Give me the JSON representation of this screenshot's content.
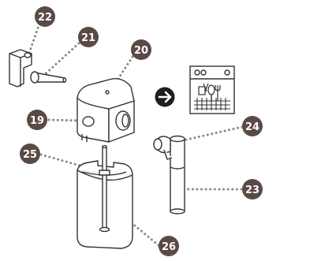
{
  "diagram": {
    "callouts": [
      {
        "id": "c22",
        "number": "22"
      },
      {
        "id": "c21",
        "number": "21"
      },
      {
        "id": "c20",
        "number": "20"
      },
      {
        "id": "c19",
        "number": "19"
      },
      {
        "id": "c25",
        "number": "25"
      },
      {
        "id": "c24",
        "number": "24"
      },
      {
        "id": "c23",
        "number": "23"
      },
      {
        "id": "c26",
        "number": "26"
      }
    ],
    "icons": {
      "arrow": "arrow-right-circle-icon",
      "dishwasher": "dishwasher-icon"
    },
    "colors": {
      "callout_fill": "#5a4a46",
      "callout_text": "#ffffff",
      "leader_line": "#8a8a8a",
      "outline": "#333333",
      "arrow_fill": "#1e1e1e"
    }
  }
}
